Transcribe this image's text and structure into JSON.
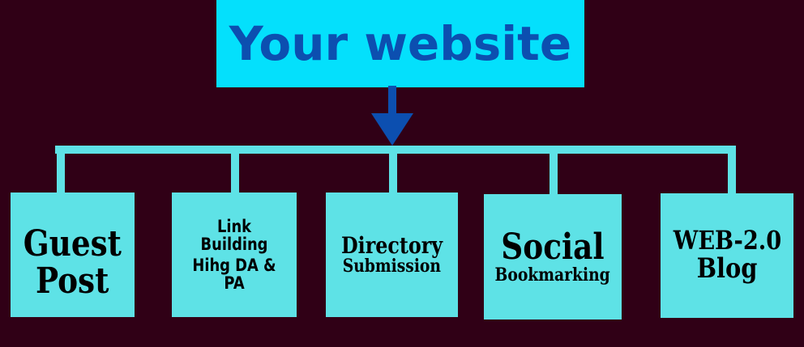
{
  "title": "Your website",
  "colors": {
    "background": "#300016",
    "top_box": "#04e0fc",
    "title_text": "#0c4fb0",
    "boxes": "#5ee2e6",
    "arrow": "#0c4fb0"
  },
  "boxes": [
    {
      "lines": [
        "Guest",
        "Post"
      ]
    },
    {
      "lines": [
        "Link Building",
        "Hihg DA & PA"
      ]
    },
    {
      "lines": [
        "Directory",
        "Submission"
      ]
    },
    {
      "lines": [
        "Social",
        "Bookmarking"
      ]
    },
    {
      "lines": [
        "WEB-2.0",
        "Blog"
      ]
    }
  ]
}
